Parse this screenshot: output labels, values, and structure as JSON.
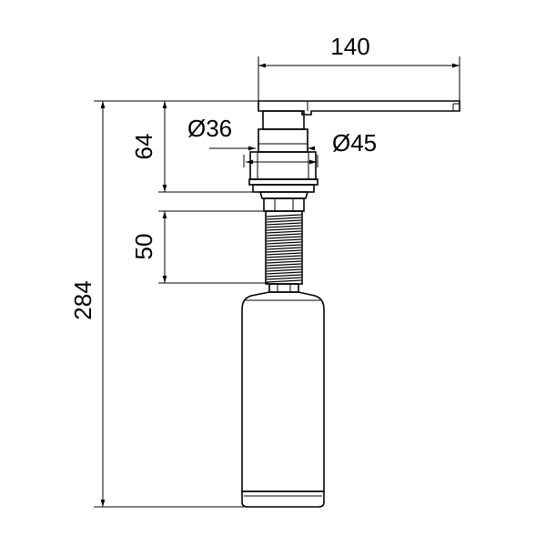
{
  "dimensions": {
    "spout_length": "140",
    "top_height": "64",
    "diameter_small": "Ø36",
    "diameter_large": "Ø45",
    "thread_length": "50",
    "overall_height": "284"
  }
}
